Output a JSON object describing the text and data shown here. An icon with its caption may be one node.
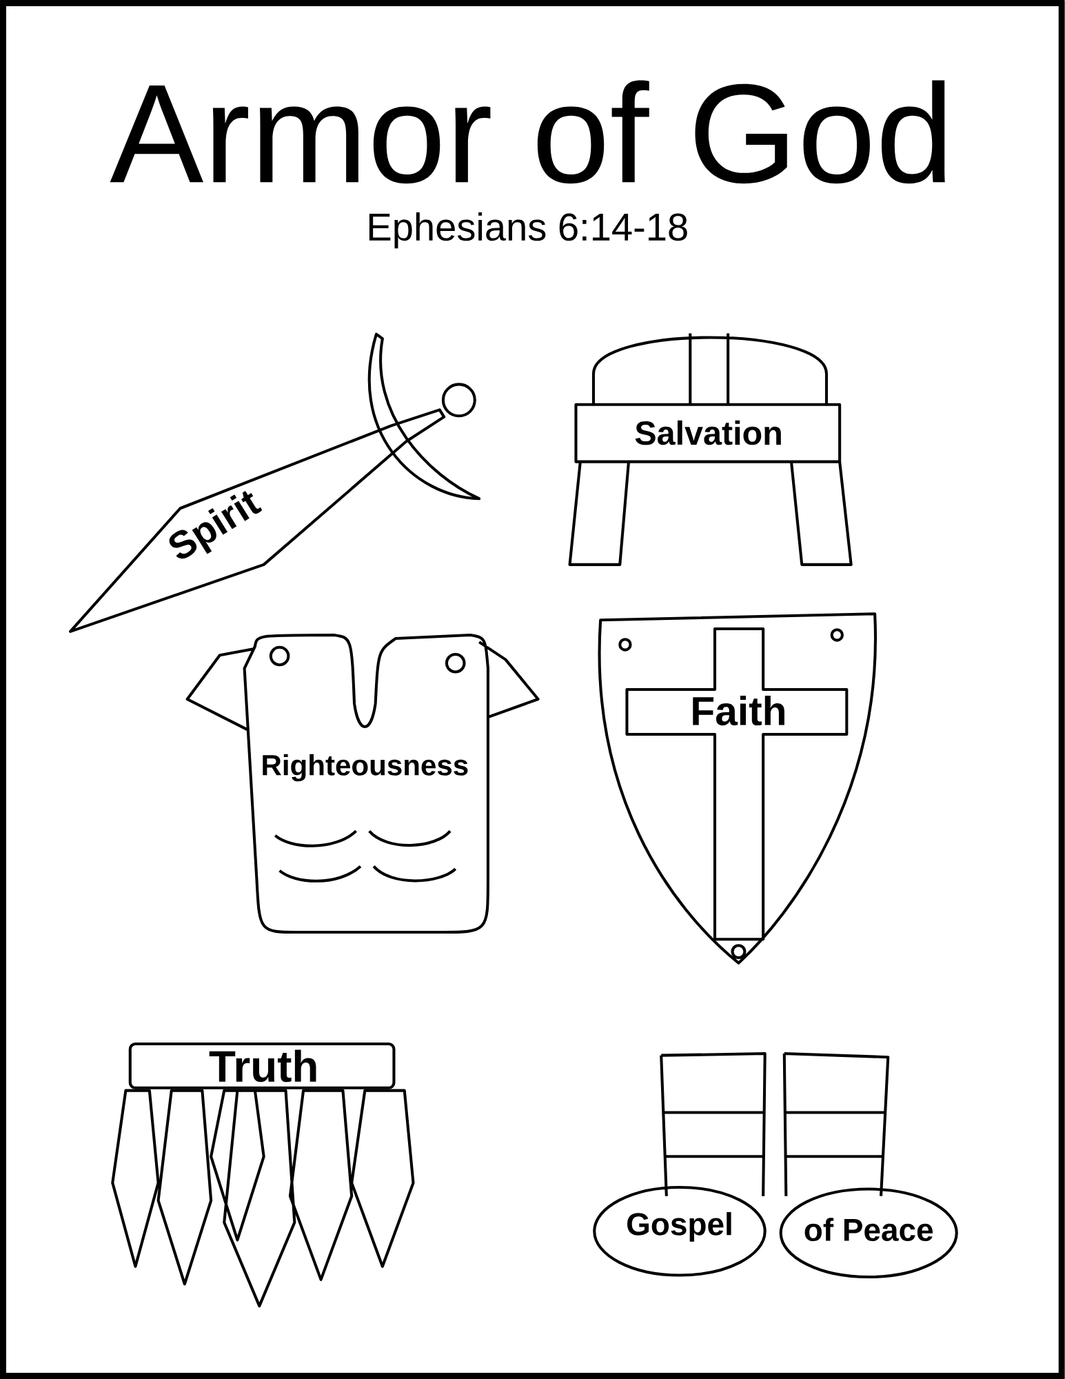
{
  "diagram": {
    "title": "Armor of God",
    "nodes": [
      {
        "text": [
          "Spirit"
        ]
      },
      {
        "text": [
          "Salvation"
        ]
      },
      {
        "text": [
          "Righteousness"
        ]
      },
      {
        "text": [
          "Faith"
        ]
      },
      {
        "text": [
          "Truth"
        ]
      },
      {
        "text": [
          "Gospel"
        ]
      },
      {
        "text": [
          "of Peace"
        ]
      }
    ],
    "labels": [
      "Ephesians 6:14-18"
    ]
  }
}
